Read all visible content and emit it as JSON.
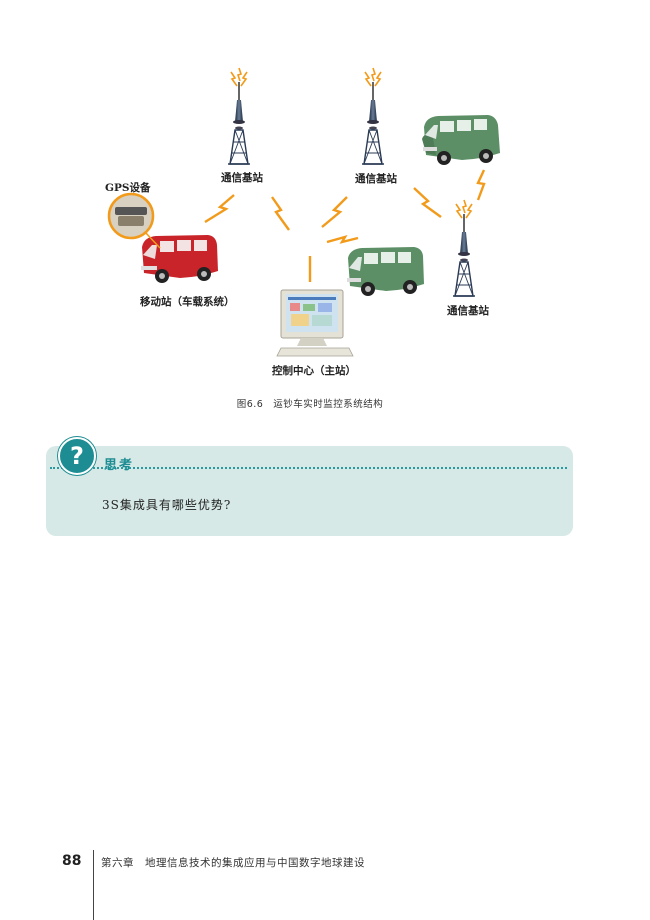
{
  "figure": {
    "labels": {
      "gps_device": "GPS设备",
      "mobile_station": "移动站（车载系统）",
      "base_station_left": "通信基站",
      "base_station_middle": "通信基站",
      "base_station_right": "通信基站",
      "control_center": "控制中心（主站）"
    },
    "caption_number": "图6.6",
    "caption_text": "运钞车实时监控系统结构"
  },
  "thinking": {
    "title": "思考",
    "icon": "question-icon",
    "question": "3S集成具有哪些优势?"
  },
  "footer": {
    "page_number": "88",
    "chapter_text": "第六章　地理信息技术的集成应用与中国数字地球建设"
  },
  "colors": {
    "accent_teal": "#1d8d93",
    "box_background": "#d6e9e6",
    "signal_orange": "#f29a1a",
    "van_red": "#c8242a",
    "van_green": "#5c8f66"
  }
}
